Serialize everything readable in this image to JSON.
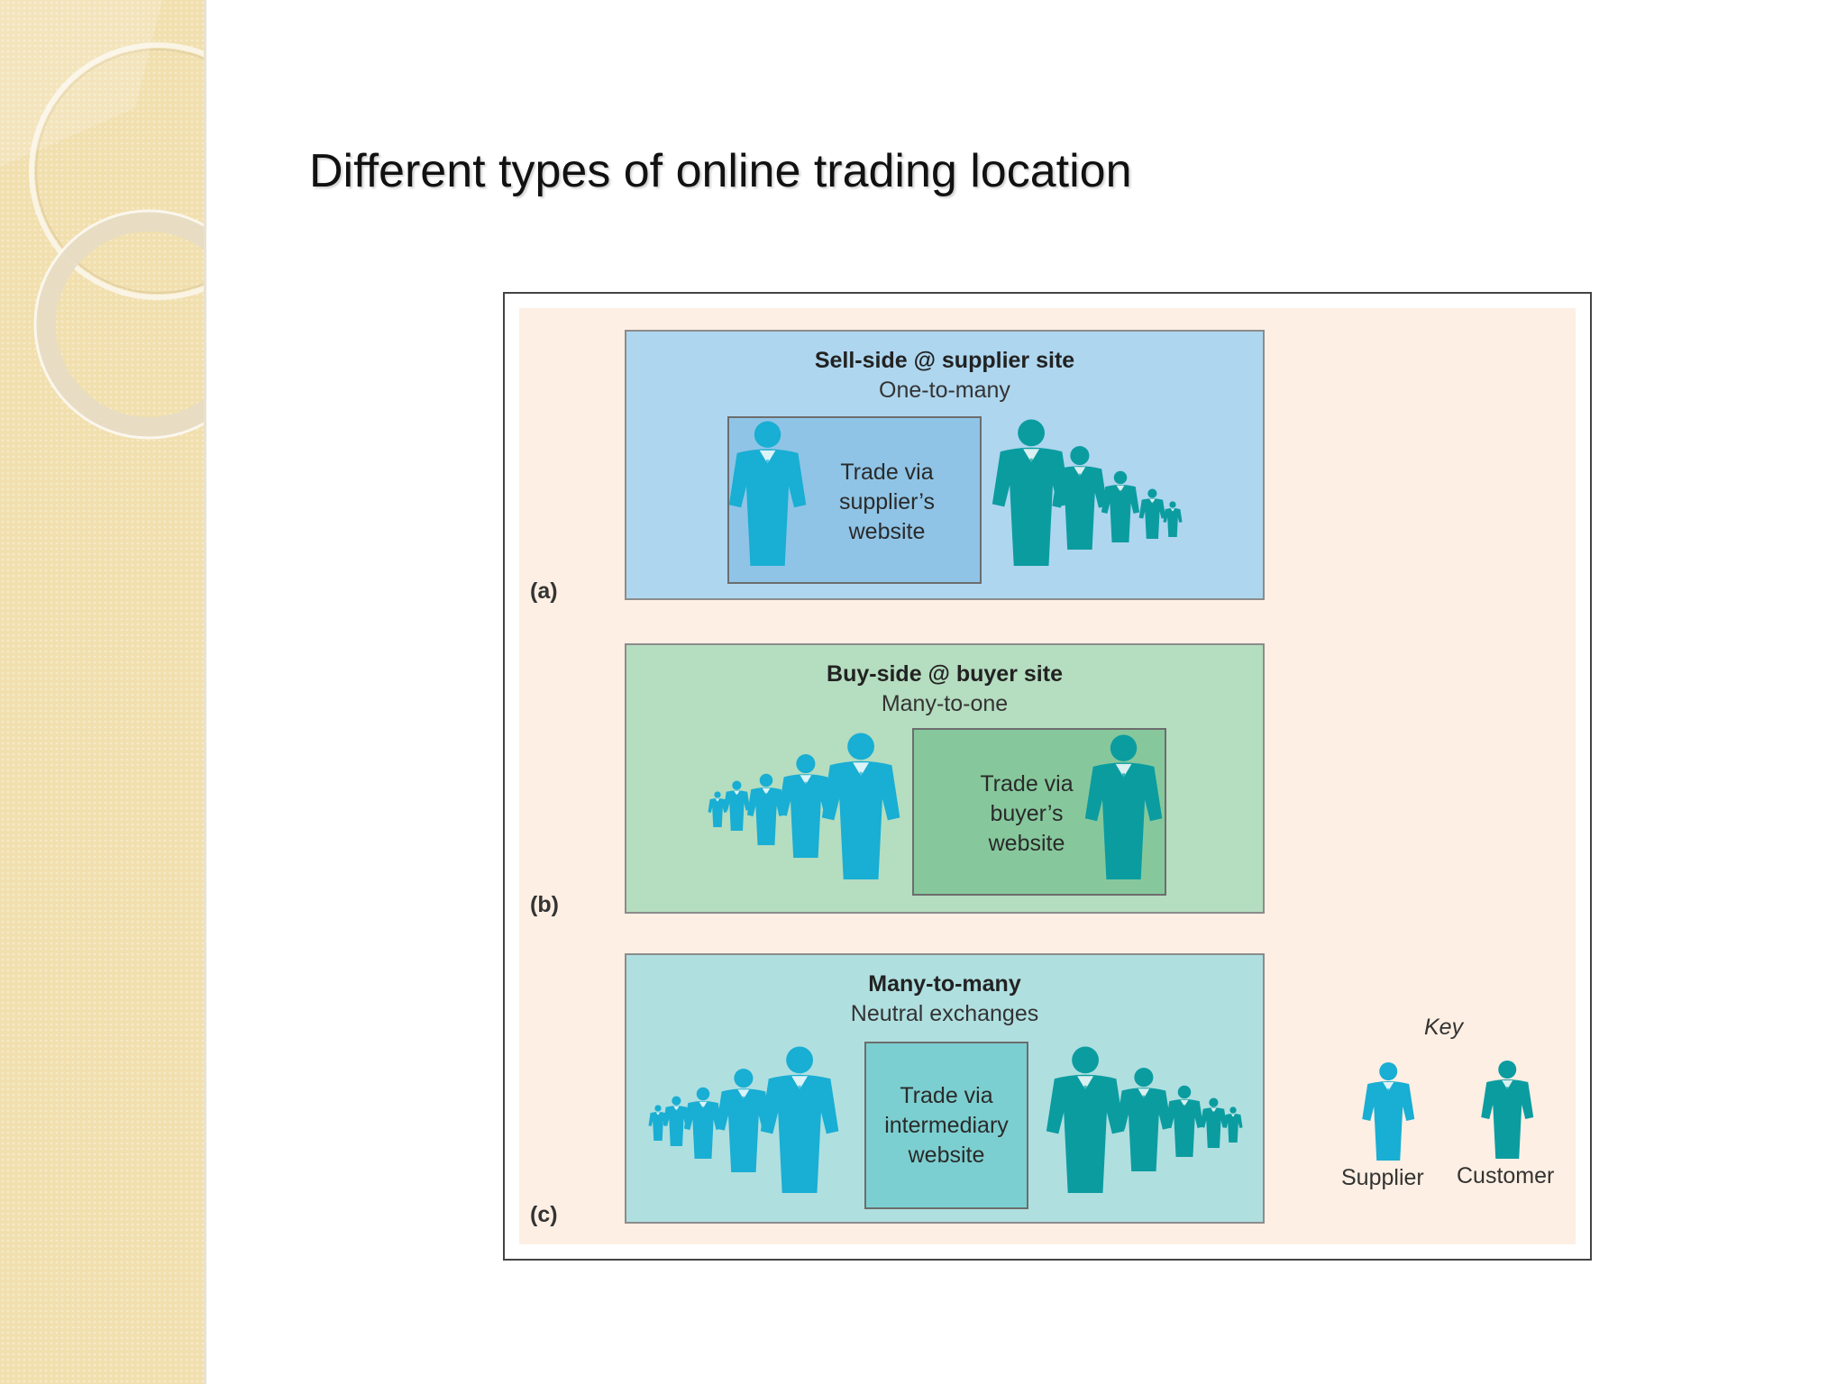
{
  "slide": {
    "title": "Different types of online trading location"
  },
  "panels": [
    {
      "id": "a",
      "label": "(a)",
      "title": "Sell-side @ supplier site",
      "subtitle": "One-to-many",
      "trade": [
        "Trade via",
        "supplier’s",
        "website"
      ]
    },
    {
      "id": "b",
      "label": "(b)",
      "title": "Buy-side @ buyer site",
      "subtitle": "Many-to-one",
      "trade": [
        "Trade via",
        "buyer’s",
        "website"
      ]
    },
    {
      "id": "c",
      "label": "(c)",
      "title": "Many-to-many",
      "subtitle": "Neutral exchanges",
      "trade": [
        "Trade via",
        "intermediary",
        "website"
      ]
    }
  ],
  "key": {
    "title": "Key",
    "supplier": "Supplier",
    "customer": "Customer"
  },
  "colors": {
    "supplier_figure": "#19aed3",
    "customer_figure": "#0b9ca0",
    "panel_a_bg": "#aed6ef",
    "panel_a_inner": "#8fc4e6",
    "panel_b_bg": "#b5ddc0",
    "panel_b_inner": "#86c89c",
    "panel_c_bg": "#b0dfe0",
    "panel_c_inner": "#7ccfd0",
    "figure_bg": "#fdefe3",
    "sidebar": "#f1dfae"
  },
  "icons": {
    "person": "person-icon"
  }
}
